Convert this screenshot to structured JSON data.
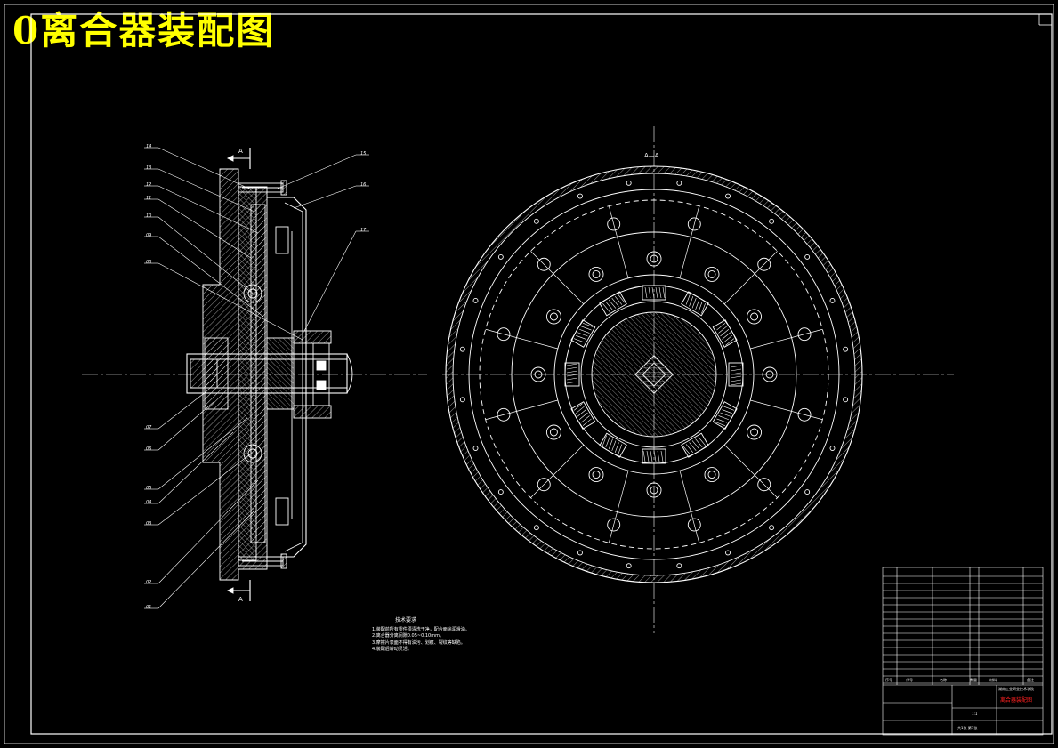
{
  "drawing": {
    "title": "0离合器装配图",
    "section_label_left_top": "A",
    "section_label_left_bottom": "A",
    "section_view_label": "A—A"
  },
  "part_callouts_left": [
    "14",
    "13",
    "12",
    "11",
    "10",
    "09",
    "08",
    "07",
    "06",
    "05",
    "04",
    "03",
    "02",
    "01"
  ],
  "part_callouts_right": [
    "15",
    "16",
    "17"
  ],
  "tech_requirements": {
    "heading": "技术要求",
    "items": [
      "1.装配前所有零件须清洗干净，配合面涂润滑油。",
      "2.离合器分离间隙0.05~0.10mm。",
      "3.摩擦片表面不得有油污、划痕、裂纹等缺陷。",
      "4.装配后转动灵活。"
    ]
  },
  "title_block": {
    "school": "湖南工业职业技术学院",
    "drawing_name": "离合器装配图",
    "scale": "1:1",
    "sheet": "共1张 第1张",
    "col_headers": [
      "序号",
      "代号",
      "名称",
      "数量",
      "材料",
      "备注"
    ]
  },
  "colors": {
    "background": "#000000",
    "line": "#ffffff",
    "title": "#ffff00",
    "annotation_red": "#ff2020"
  }
}
